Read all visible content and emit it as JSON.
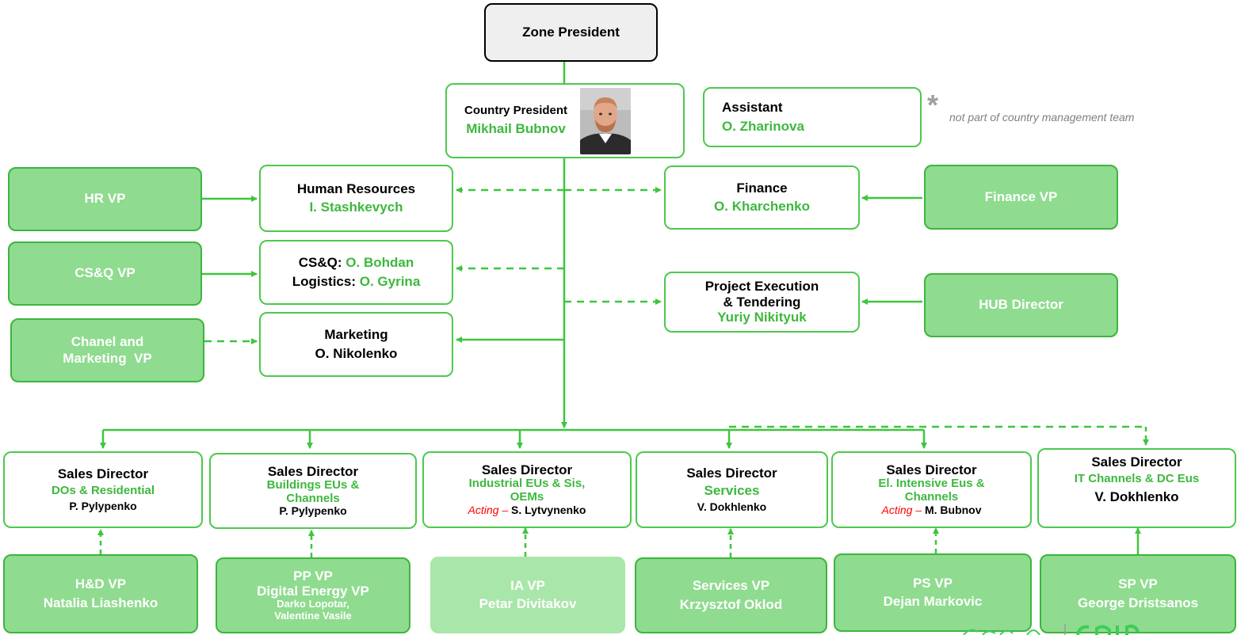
{
  "zone": {
    "title": "Zone President"
  },
  "country": {
    "role": "Country President",
    "name": "Mikhail Bubnov"
  },
  "assistant": {
    "role": "Assistant",
    "name": "O. Zharinova"
  },
  "note": {
    "star": "*",
    "text": "not part of country management team"
  },
  "hr": {
    "role": "Human Resources",
    "name": "I. Stashkevych"
  },
  "finance": {
    "role": "Finance",
    "name": "O. Kharchenko"
  },
  "csq": {
    "role1": "CS&Q:",
    "name1": "O. Bohdan",
    "role2": "Logistics:",
    "name2": "O. Gyrina"
  },
  "marketing": {
    "role": "Marketing",
    "name": "O. Nikolenko"
  },
  "pet": {
    "role_line1": "Project Execution",
    "role_line2": "& Tendering",
    "name": "Yuriy Nikityuk"
  },
  "left_vps": {
    "hr_vp": "HR VP",
    "csq_vp": "CS&Q VP",
    "chanel_line1": "Chanel and",
    "chanel_line2": "Marketing  VP"
  },
  "right_vps": {
    "finance_vp": "Finance VP",
    "hub": "HUB Director"
  },
  "sales": [
    {
      "title": "Sales Director",
      "seg": [
        "DOs & Residential"
      ],
      "acting": "",
      "name": "P. Pylypenko"
    },
    {
      "title": "Sales Director",
      "seg": [
        "Buildings EUs &",
        "Channels"
      ],
      "acting": "",
      "name": "P. Pylypenko"
    },
    {
      "title": "Sales Director",
      "seg": [
        "Industrial EUs & Sis,",
        "OEMs"
      ],
      "acting": "Acting –",
      "name": "S. Lytvynenko"
    },
    {
      "title": "Sales Director",
      "seg": [
        "Services"
      ],
      "acting": "",
      "name": "V. Dokhlenko"
    },
    {
      "title": "Sales Director",
      "seg": [
        "El. Intensive Eus &",
        "Channels"
      ],
      "acting": "Acting –",
      "name": "M. Bubnov"
    },
    {
      "title": "Sales Director",
      "seg": [
        "IT Channels & DC Eus"
      ],
      "acting": "",
      "name": "V. Dokhlenko"
    }
  ],
  "bottom_vps": [
    {
      "lines": [
        "H&D VP",
        "Natalia Liashenko"
      ]
    },
    {
      "lines": [
        "PP VP",
        "Digital Energy VP"
      ],
      "sub": [
        "Darko Lopotar,",
        "Valentine Vasile"
      ]
    },
    {
      "lines": [
        "IA VP",
        "Petar Divitakov"
      ]
    },
    {
      "lines": [
        "Services VP",
        "Krzysztof Oklod"
      ]
    },
    {
      "lines": [
        "PS VP",
        "Dejan Markovic"
      ]
    },
    {
      "lines": [
        "SP VP",
        "George Dristsanos"
      ]
    }
  ],
  "colors": {
    "line": "#3ec63e",
    "green_text": "#3db83d",
    "vp_fill": "#8fdb8f",
    "acting_red": "#ff0000"
  }
}
